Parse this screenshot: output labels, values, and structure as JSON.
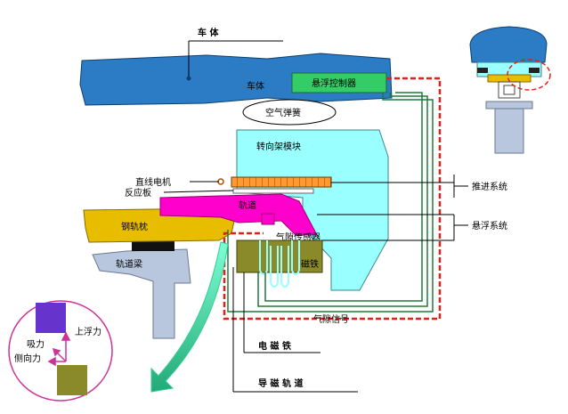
{
  "labels": {
    "car_body_title": "车  体",
    "car_body_inner": "车体",
    "suspension_controller": "悬浮控制器",
    "air_spring": "空气弹簧",
    "bogie_module": "转向架模块",
    "linear_motor": "直线电机",
    "reaction_plate": "反应板",
    "rail": "轨道",
    "steel_sleeper": "钢轨枕",
    "track_beam": "轨道梁",
    "gap_sensor": "气隙传感器",
    "magnetic_material": "磁铁",
    "gap_signal": "气隙信号",
    "electromagnet": "电 磁 铁",
    "guide_rail": "导 磁 轨 道",
    "propulsion_system": "推进系统",
    "suspension_system": "悬浮系统",
    "attraction": "吸力",
    "levitation_force": "上浮力",
    "lateral_force": "侧向力"
  },
  "colors": {
    "car_body": "#2b7cc4",
    "controller": "#33cc66",
    "bogie": "#99ffff",
    "rail": "#ff00cc",
    "sleeper": "#e8bd00",
    "track_beam": "#b8c7dd",
    "electromagnet": "#8a8a2a",
    "control_loop": "#e0201b",
    "signal_wire": "#1d7a3a",
    "arrow": "#33cc99",
    "force_circle": "#cc3399",
    "force_block_top": "#6633cc",
    "force_block_bottom": "#8a8a2a"
  }
}
